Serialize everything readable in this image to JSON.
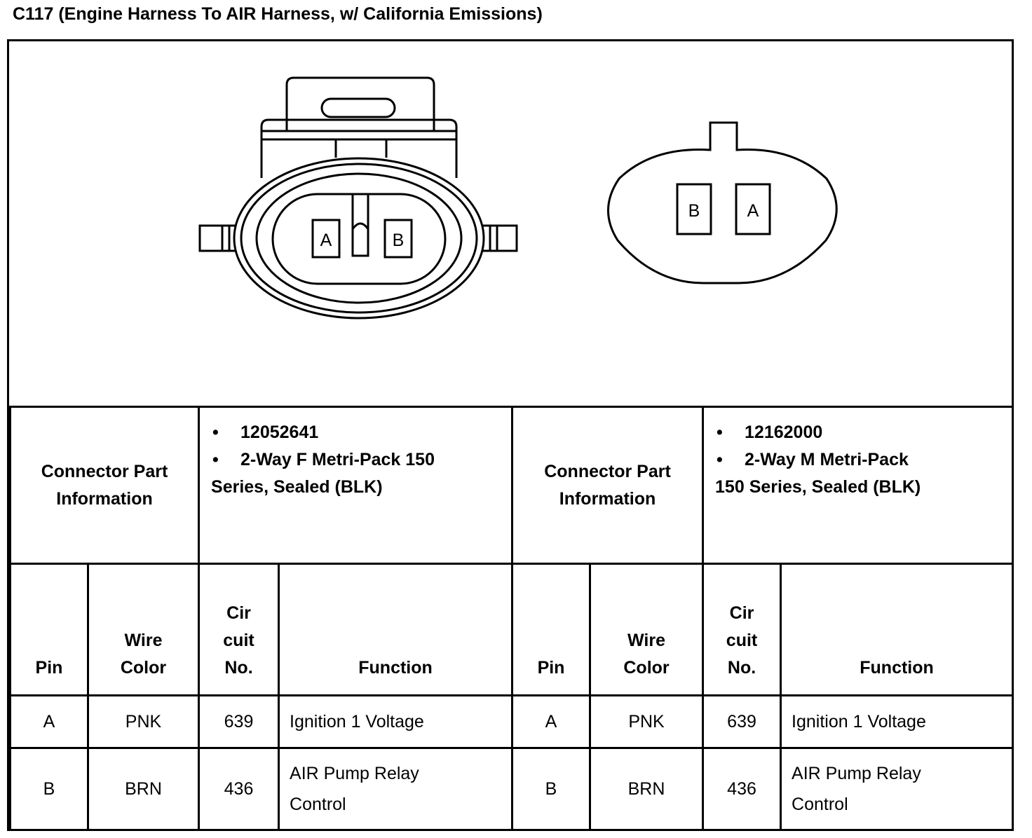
{
  "title": "C117 (Engine Harness To AIR Harness, w/ California Emissions)",
  "diagram": {
    "female_connector": {
      "pins": [
        "A",
        "B"
      ]
    },
    "male_connector": {
      "pins": [
        "B",
        "A"
      ]
    }
  },
  "connectors": [
    {
      "part_label": "Connector Part Information",
      "part_number": "12052641",
      "description_line1": "2-Way F Metri-Pack 150",
      "description_line2": "Series, Sealed (BLK)"
    },
    {
      "part_label": "Connector Part Information",
      "part_number": "12162000",
      "description_line1": "2-Way M Metri-Pack",
      "description_line2": "150 Series, Sealed (BLK)"
    }
  ],
  "columns": {
    "pin": "Pin",
    "wire_color": [
      "Wire",
      "Color"
    ],
    "circuit_no": [
      "Cir",
      "cuit",
      "No."
    ],
    "function": "Function"
  },
  "rows": [
    {
      "left": {
        "pin": "A",
        "wire_color": "PNK",
        "circuit": "639",
        "function": "Ignition 1 Voltage"
      },
      "right": {
        "pin": "A",
        "wire_color": "PNK",
        "circuit": "639",
        "function": "Ignition 1 Voltage"
      }
    },
    {
      "left": {
        "pin": "B",
        "wire_color": "BRN",
        "circuit": "436",
        "function": [
          "AIR Pump Relay",
          "Control"
        ]
      },
      "right": {
        "pin": "B",
        "wire_color": "BRN",
        "circuit": "436",
        "function": [
          "AIR Pump Relay",
          "Control"
        ]
      }
    }
  ]
}
